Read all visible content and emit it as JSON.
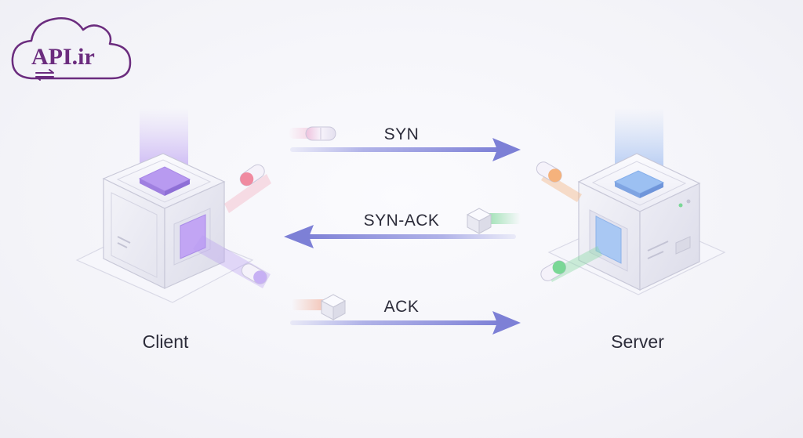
{
  "logo": {
    "text": "API.ir",
    "color": "#6b2c7e"
  },
  "nodes": {
    "client": {
      "label": "Client"
    },
    "server": {
      "label": "Server"
    }
  },
  "messages": [
    {
      "label": "SYN",
      "direction": "client-to-server"
    },
    {
      "label": "SYN-ACK",
      "direction": "server-to-client"
    },
    {
      "label": "ACK",
      "direction": "client-to-server"
    }
  ],
  "colors": {
    "arrow": "#7d80d6",
    "client_accent": "#b68cf2",
    "server_accent": "#8fb5ef",
    "syn_packet": "#e9a0c9",
    "synack_packet": "#7ad796",
    "ack_packet": "#f0a48a"
  }
}
